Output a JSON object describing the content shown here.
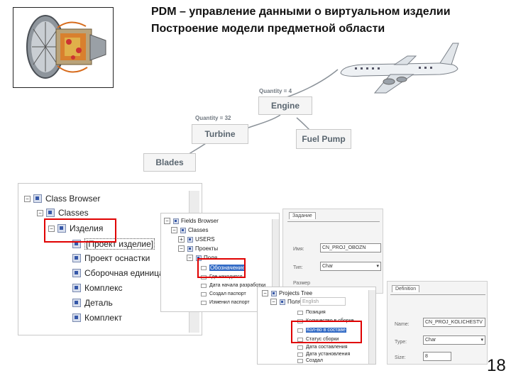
{
  "slide": {
    "title_line1": "PDM – управление данными о виртуальном изделии",
    "title_line2": "Построение модели предметной области",
    "page_number": "18"
  },
  "diagram": {
    "nodes": {
      "engine": "Engine",
      "turbine": "Turbine",
      "fuel_pump": "Fuel Pump",
      "blades": "Blades"
    },
    "quantities": {
      "engine": "Quantity = 4",
      "turbine": "Quantity = 32"
    }
  },
  "class_browser": {
    "root": "Class Browser",
    "classes": "Classes",
    "selected": "Изделия",
    "children": [
      "[Проект изделие]",
      "Проект оснастки",
      "Сборочная единица",
      "Комплекс",
      "Деталь",
      "Комплект"
    ]
  },
  "fields_browser": {
    "root": "Fields Browser",
    "classes": "Classes",
    "items": [
      "USERS",
      "Проекты"
    ],
    "sub": "Поля",
    "fields": [
      "Обозначение",
      "Где находится",
      "Дата начала разработки",
      "Создал паспорт",
      "Изменил паспорт"
    ]
  },
  "field_props": {
    "tab": "Задание",
    "name_label": "Имя:",
    "name_value": "CN_PROJ_OBOZN",
    "type_label": "Тип:",
    "type_value": "Char",
    "size_label": "Размер"
  },
  "projects_tree": {
    "root": "Projects Tree",
    "group": "Поля",
    "placeholder": "English",
    "items": [
      "Позиция",
      "Количество в сборке",
      "Кол-во в составе",
      "Статус сборки",
      "Дата составления",
      "Дата установления",
      "Создал"
    ]
  },
  "definition_props": {
    "tab": "Definition",
    "name_label": "Name:",
    "name_value": "CN_PROJ_KOLICHESTV",
    "type_label": "Type:",
    "type_value": "Char",
    "size_label": "Size:",
    "size_value": "8"
  }
}
